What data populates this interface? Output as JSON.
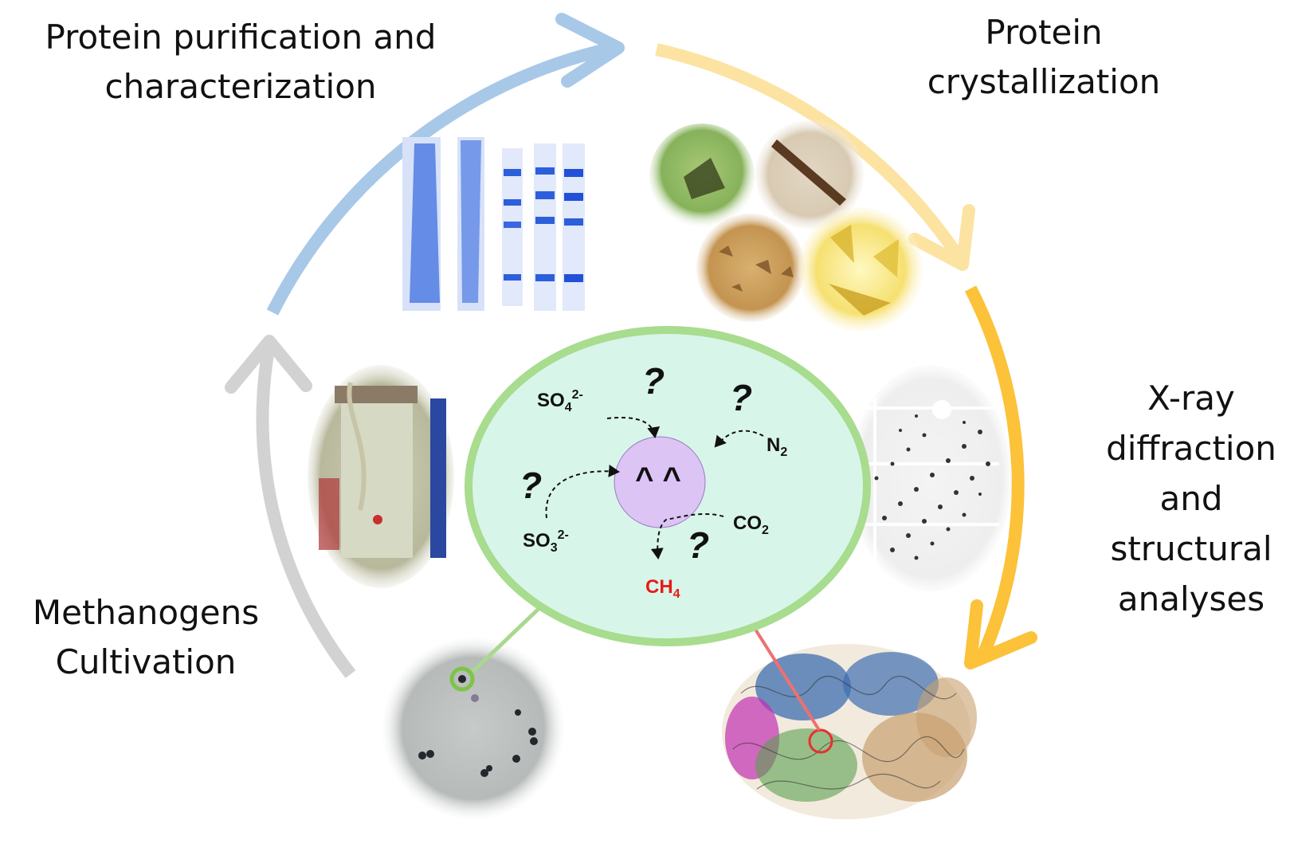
{
  "stages": {
    "purification": [
      "Protein purification and",
      "characterization"
    ],
    "crystallization": [
      "Protein",
      "crystallization"
    ],
    "xray": [
      "X-ray",
      "diffraction",
      "and",
      "structural",
      "analyses"
    ],
    "cultivation": [
      "Methanogens",
      "Cultivation"
    ]
  },
  "cell": {
    "face": "^ ^",
    "question_mark": "?",
    "molecules": {
      "so4": {
        "base": "SO",
        "sub": "4",
        "sup": "2-"
      },
      "n2": {
        "base": "N",
        "sub": "2"
      },
      "so3": {
        "base": "SO",
        "sub": "3",
        "sup": "2-"
      },
      "co2": {
        "base": "CO",
        "sub": "2"
      },
      "ch4": {
        "base": "CH",
        "sub": "4"
      }
    }
  },
  "colors": {
    "arrow_blue": "#a8c8e8",
    "arrow_light_yellow": "#fde3a2",
    "arrow_yellow": "#fbc23a",
    "arrow_gray": "#d2d2d2",
    "cell_fill": "#d8f5ea",
    "cell_border": "#a8dc8e",
    "nucleus": "#dcc4f5",
    "ch4_red": "#e81a1a",
    "pointer_red": "#ee7070"
  }
}
